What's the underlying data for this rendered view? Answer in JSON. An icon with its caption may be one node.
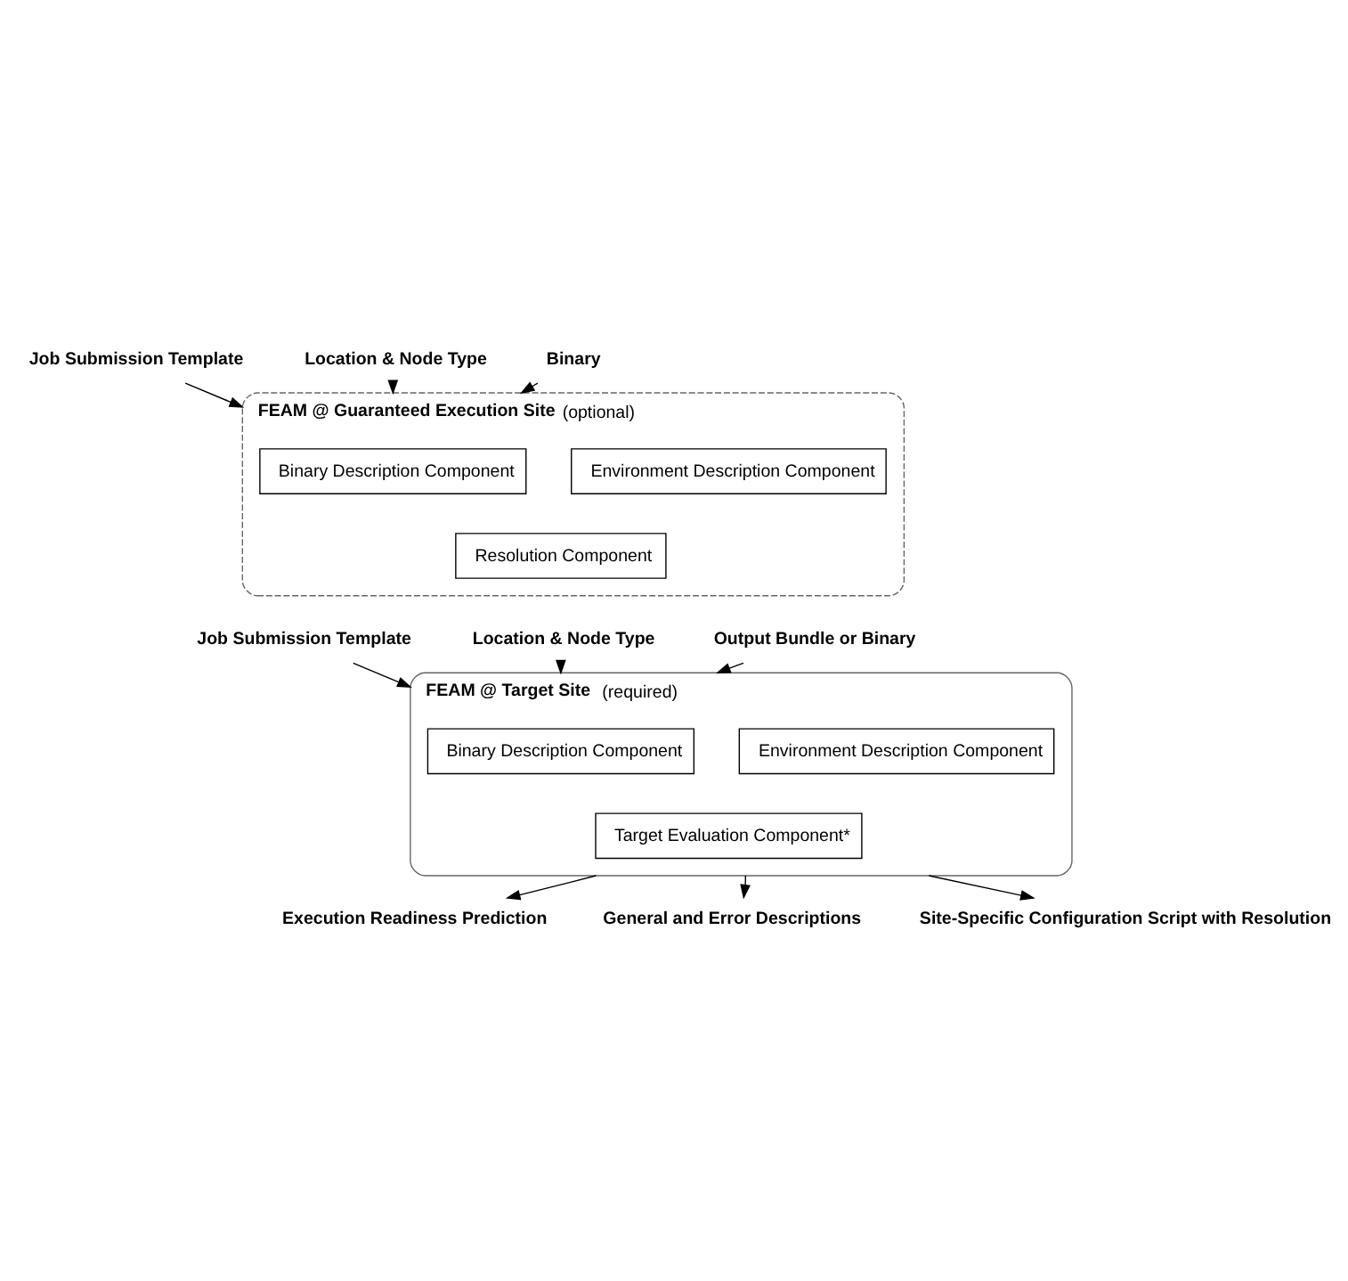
{
  "diagram": {
    "nodes": [
      {
        "text": [
          "Job Submission Template"
        ]
      },
      {
        "text": [
          "Location & Node Type"
        ]
      },
      {
        "text": [
          "Binary"
        ]
      },
      {
        "text": [
          "**FEAM @ Guaranteed Execution Site** (optional)"
        ]
      },
      {
        "text": [
          "Binary Description Component"
        ],
        "in": 3
      },
      {
        "text": [
          "Environment Description Component"
        ],
        "in": 3
      },
      {
        "text": [
          "Resolution Component"
        ],
        "in": 3
      },
      {
        "text": [
          "Job Submission Template"
        ]
      },
      {
        "text": [
          "Location & Node Type"
        ]
      },
      {
        "text": [
          "Output Bundle or Binary"
        ]
      },
      {
        "text": [
          "**FEAM @ Target Site** (required)"
        ]
      },
      {
        "text": [
          "Binary Description Component"
        ],
        "in": 10
      },
      {
        "text": [
          "Environment Description Component"
        ],
        "in": 10
      },
      {
        "text": [
          "Target Evaluation Component*"
        ],
        "in": 10
      },
      {
        "text": [
          "Execution Readiness Prediction"
        ]
      },
      {
        "text": [
          "General and Error Descriptions"
        ]
      },
      {
        "text": [
          "Site-Specific Configuration Script with Resolution"
        ]
      }
    ],
    "edges": [
      {
        "from": 0,
        "to": 3,
        "arrow": "to"
      },
      {
        "from": 1,
        "to": 3,
        "arrow": "to"
      },
      {
        "from": 2,
        "to": 3,
        "arrow": "to"
      },
      {
        "from": 7,
        "to": 10,
        "arrow": "to"
      },
      {
        "from": 8,
        "to": 10,
        "arrow": "to"
      },
      {
        "from": 9,
        "to": 10,
        "arrow": "to"
      },
      {
        "from": 10,
        "to": 14,
        "arrow": "to"
      },
      {
        "from": 10,
        "to": 15,
        "arrow": "to"
      },
      {
        "from": 10,
        "to": 16,
        "arrow": "to"
      }
    ]
  }
}
